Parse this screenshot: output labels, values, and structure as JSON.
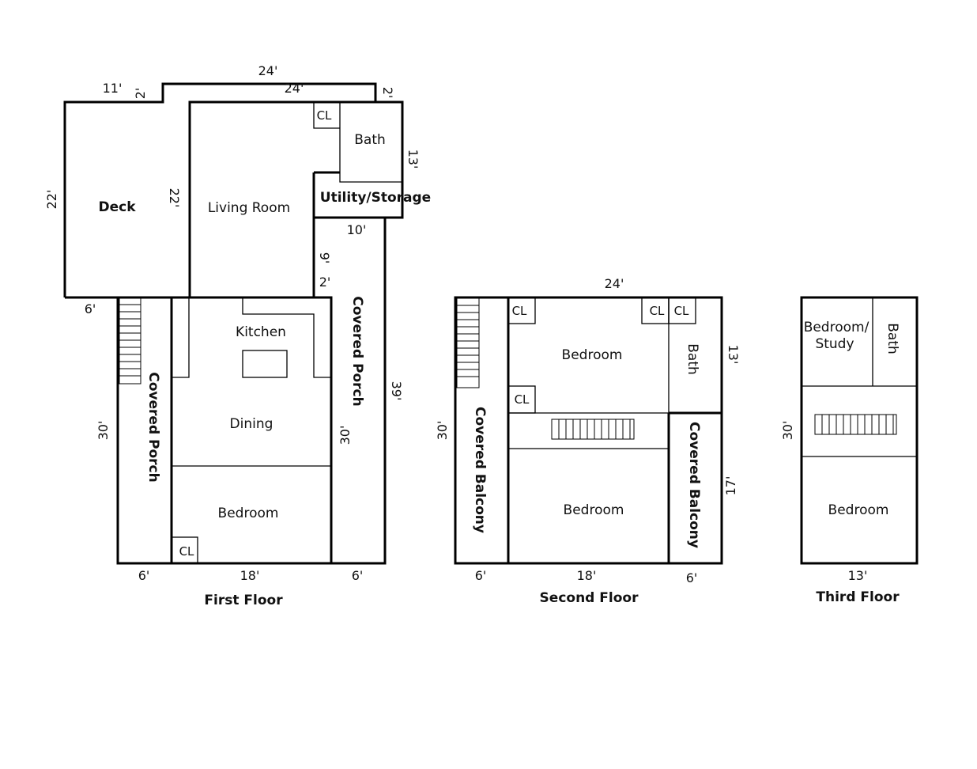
{
  "first_floor": {
    "caption": "First Floor",
    "rooms": {
      "deck": "Deck",
      "living_room": "Living Room",
      "bath": "Bath",
      "utility_storage": "Utility/Storage",
      "kitchen": "Kitchen",
      "dining": "Dining",
      "bedroom": "Bedroom",
      "covered_porch_left": "Covered Porch",
      "covered_porch_right": "Covered Porch",
      "closet_top": "CL",
      "closet_bedroom": "CL"
    },
    "dimensions": {
      "top_24": "24'",
      "inner_24": "24'",
      "top_11": "11'",
      "notch_2_left": "2'",
      "notch_2_right": "2'",
      "bath_13": "13'",
      "deck_22": "22'",
      "living_22": "22'",
      "utility_10": "10'",
      "step_9": "9'",
      "step_2": "2'",
      "deck_6": "6'",
      "porch_30_left": "30'",
      "dining_30": "30'",
      "porch_39": "39'",
      "bottom_6_left": "6'",
      "bottom_18": "18'",
      "bottom_6_right": "6'"
    }
  },
  "second_floor": {
    "caption": "Second Floor",
    "rooms": {
      "bedroom_top": "Bedroom",
      "bedroom_bottom": "Bedroom",
      "bath": "Bath",
      "covered_balcony_left": "Covered Balcony",
      "covered_balcony_right": "Covered Balcony",
      "closet_1": "CL",
      "closet_2": "CL",
      "closet_3": "CL",
      "closet_4": "CL"
    },
    "dimensions": {
      "top_24": "24'",
      "left_30": "30'",
      "bath_13": "13'",
      "balcony_17": "17'",
      "bottom_6_left": "6'",
      "bottom_18": "18'",
      "bottom_6_right": "6'"
    }
  },
  "third_floor": {
    "caption": "Third Floor",
    "rooms": {
      "bedroom_study_line1": "Bedroom/",
      "bedroom_study_line2": "Study",
      "bath": "Bath",
      "bedroom": "Bedroom"
    },
    "dimensions": {
      "left_30": "30'",
      "bottom_13": "13'"
    }
  }
}
